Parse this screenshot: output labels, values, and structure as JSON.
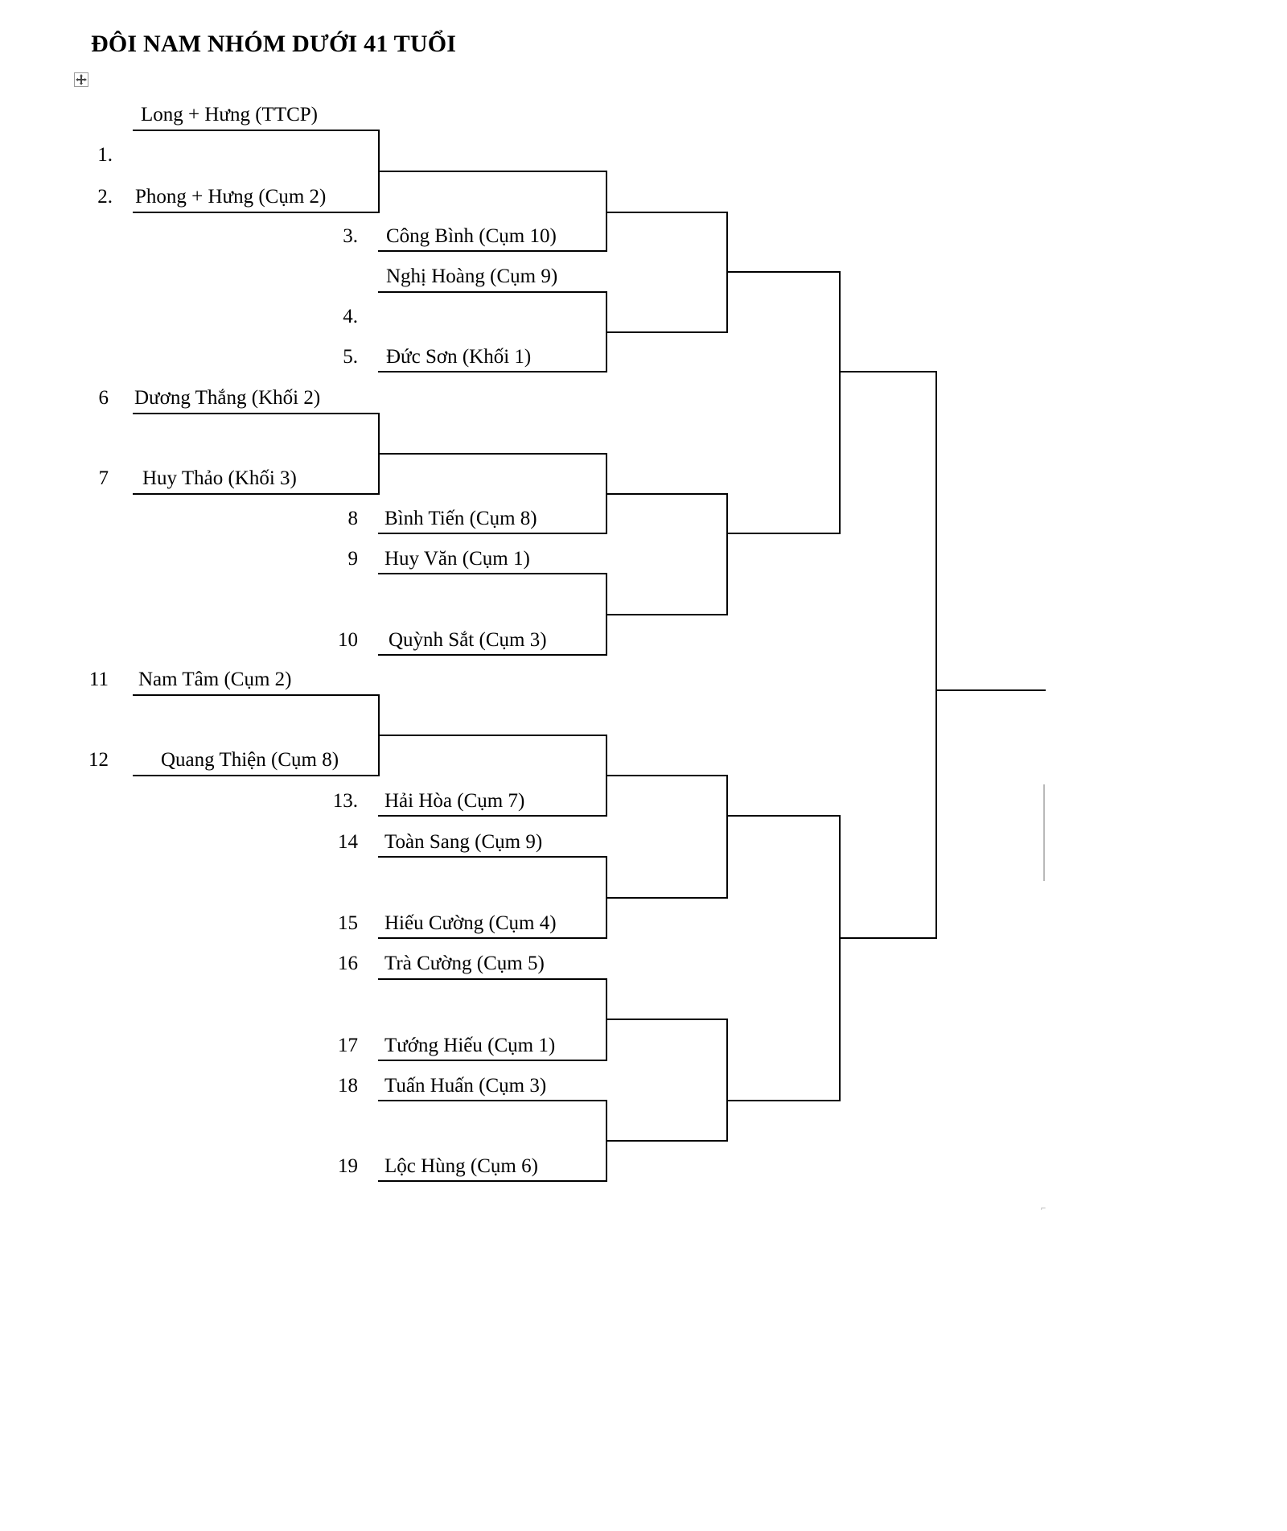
{
  "document": {
    "title": "ĐÔI NAM NHÓM DƯỚI 41 TUỔI",
    "move_handle_icon": "move-cross-icon"
  },
  "bracket": {
    "type": "single-elimination",
    "entry_count": 19,
    "entries": [
      {
        "seed": "1.",
        "name": "Long + Hưng (TTCP)"
      },
      {
        "seed": "2.",
        "name": "Phong + Hưng (Cụm 2)"
      },
      {
        "seed": "3.",
        "name": "Công Bình (Cụm 10)"
      },
      {
        "seed": "4.",
        "name": "Nghị Hoàng (Cụm 9)"
      },
      {
        "seed": "5.",
        "name": "Đức Sơn (Khối 1)"
      },
      {
        "seed": "6",
        "name": "Dương Thắng (Khối 2)"
      },
      {
        "seed": "7",
        "name": "Huy Thảo (Khối 3)"
      },
      {
        "seed": "8",
        "name": "Bình Tiến (Cụm 8)"
      },
      {
        "seed": "9",
        "name": "Huy Văn (Cụm 1)"
      },
      {
        "seed": "10",
        "name": "Quỳnh Sắt (Cụm 3)"
      },
      {
        "seed": "11",
        "name": "Nam Tâm (Cụm 2)"
      },
      {
        "seed": "12",
        "name": "Quang Thiện (Cụm 8)"
      },
      {
        "seed": "13.",
        "name": "Hải Hòa (Cụm 7)"
      },
      {
        "seed": "14",
        "name": "Toàn Sang (Cụm 9)"
      },
      {
        "seed": "15",
        "name": "Hiếu Cường (Cụm 4)"
      },
      {
        "seed": "16",
        "name": "Trà Cường (Cụm 5)"
      },
      {
        "seed": "17",
        "name": "Tướng Hiếu (Cụm 1)"
      },
      {
        "seed": "18",
        "name": "Tuấn Huấn (Cụm 3)"
      },
      {
        "seed": "19",
        "name": "Lộc Hùng (Cụm 6)"
      }
    ],
    "line_color": "#000000"
  }
}
